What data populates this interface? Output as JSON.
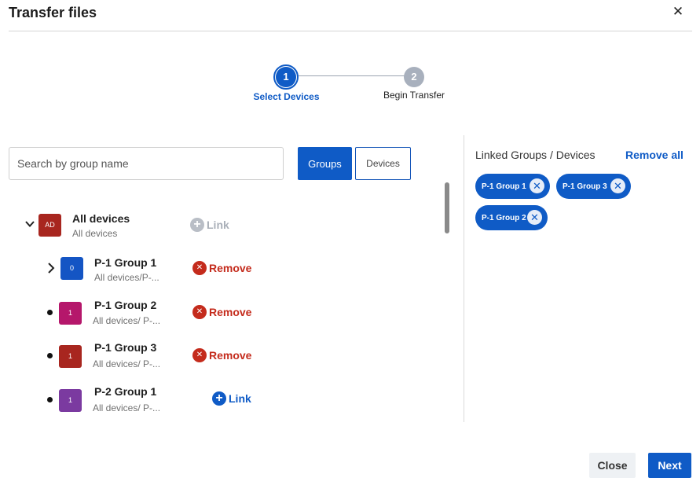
{
  "dialog": {
    "title": "Transfer files",
    "close_icon": "close-icon"
  },
  "stepper": {
    "steps": [
      {
        "number": "1",
        "label": "Select Devices",
        "state": "active"
      },
      {
        "number": "2",
        "label": "Begin Transfer",
        "state": "pending"
      }
    ]
  },
  "search": {
    "placeholder": "Search by group name",
    "value": ""
  },
  "view_toggle": {
    "groups_label": "Groups",
    "devices_label": "Devices",
    "selected": "Groups"
  },
  "tree": {
    "root": {
      "badge": "AD",
      "title": "All devices",
      "path": "All devices",
      "action_label": "Link",
      "action_state": "disabled",
      "color": "#a8261f"
    },
    "children": [
      {
        "badge": "0",
        "title": "P-1 Group 1",
        "path": "All devices/P-...",
        "action_label": "Remove",
        "expandable": true,
        "color": "#1455c4"
      },
      {
        "badge": "1",
        "title": "P-1 Group 2",
        "path": "All devices/ P-...",
        "action_label": "Remove",
        "expandable": false,
        "color": "#b5176b"
      },
      {
        "badge": "1",
        "title": "P-1 Group 3",
        "path": "All devices/ P-...",
        "action_label": "Remove",
        "expandable": false,
        "color": "#a8261f"
      },
      {
        "badge": "1",
        "title": "P-2 Group 1",
        "path": "All devices/ P-...",
        "action_label": "Link",
        "expandable": false,
        "color": "#7b3aa0"
      }
    ]
  },
  "linked": {
    "title": "Linked Groups / Devices",
    "remove_all_label": "Remove all",
    "chips": [
      {
        "label": "P-1 Group 1"
      },
      {
        "label": "P-1 Group 3"
      },
      {
        "label": "P-1 Group 2"
      }
    ]
  },
  "footer": {
    "close_label": "Close",
    "next_label": "Next"
  },
  "colors": {
    "primary": "#0f5bc6",
    "danger": "#c42b1c",
    "muted": "#a8b0bd"
  }
}
